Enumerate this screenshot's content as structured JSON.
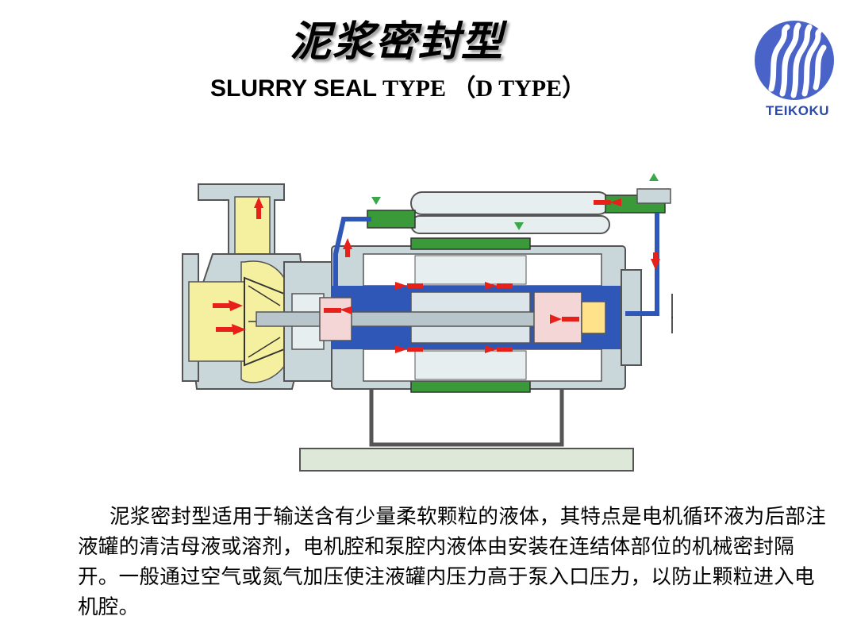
{
  "title": {
    "chinese": "泥浆密封型",
    "english_sans": "SLURRY SEAL",
    "english_serif": " TYPE （D TYPE）"
  },
  "logo": {
    "text": "TEIKOKU",
    "color": "#2b4aa8"
  },
  "description": "泥浆密封型适用于输送含有少量柔软颗粒的液体，其特点是电机循环液为后部注液罐的清洁母液或溶剂，电机腔和泵腔内液体由安装在连结体部位的机械密封隔开。一般通过空气或氮气加压使注液罐内压力高于泵入口压力，以防止颗粒进入电机腔。",
  "colors": {
    "pump_body": "#c9d6da",
    "slurry": "#f5f0a0",
    "clean_fluid": "#2e57b8",
    "motor_green": "#3a9a3a",
    "flow_arrow": "#e8201a",
    "inject_arrow": "#3aa84a"
  }
}
